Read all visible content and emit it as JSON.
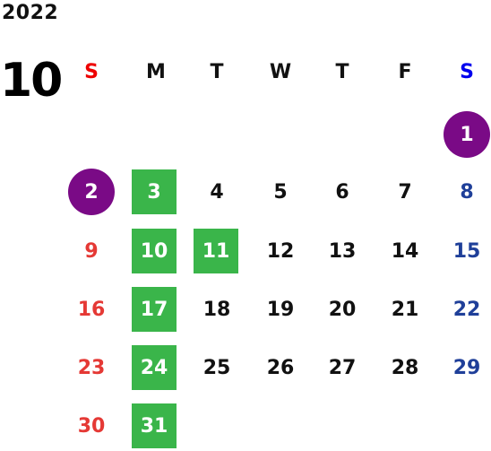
{
  "calendar": {
    "year": "2022",
    "month": "10",
    "weekdays": [
      "S",
      "M",
      "T",
      "W",
      "T",
      "F",
      "S"
    ],
    "weeks": [
      [
        "",
        "",
        "",
        "",
        "",
        "",
        "1"
      ],
      [
        "2",
        "3",
        "4",
        "5",
        "6",
        "7",
        "8"
      ],
      [
        "9",
        "10",
        "11",
        "12",
        "13",
        "14",
        "15"
      ],
      [
        "16",
        "17",
        "18",
        "19",
        "20",
        "21",
        "22"
      ],
      [
        "23",
        "24",
        "25",
        "26",
        "27",
        "28",
        "29"
      ],
      [
        "30",
        "31",
        "",
        "",
        "",
        "",
        ""
      ]
    ],
    "green_days": [
      "3",
      "10",
      "11",
      "17",
      "24",
      "31"
    ],
    "purple_days": [
      "1",
      "2"
    ]
  },
  "colors": {
    "sunday": "#e53935",
    "saturday": "#1f3f99",
    "sunday_header": "#ee0000",
    "saturday_header": "#0000ee",
    "highlight_green": "#3ab54a",
    "highlight_purple": "#7a0a86",
    "text": "#111111"
  }
}
